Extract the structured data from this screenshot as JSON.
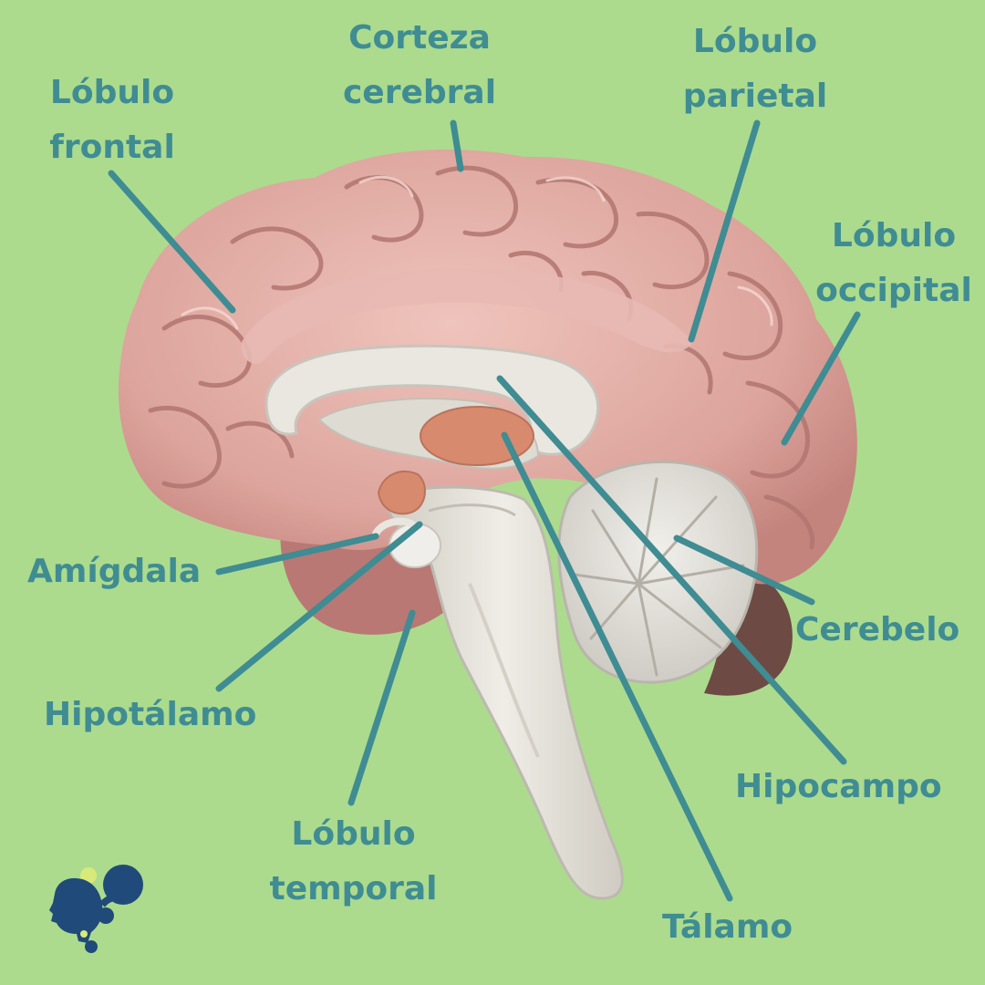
{
  "labels": {
    "frontal": [
      "Lóbulo",
      "frontal"
    ],
    "corteza": [
      "Corteza",
      "cerebral"
    ],
    "parietal": [
      "Lóbulo",
      "parietal"
    ],
    "occipital": [
      "Lóbulo",
      "occipital"
    ],
    "amigdala": "Amígdala",
    "hipotalamo": "Hipotálamo",
    "temporal": [
      "Lóbulo",
      "temporal"
    ],
    "talamo": "Tálamo",
    "hipocampo": "Hipocampo",
    "cerebelo": "Cerebelo"
  },
  "colors": {
    "background": "#acdb8e",
    "label_text": "#3f8c93",
    "leader_line": "#3f8c93",
    "cortex": "#dca49c",
    "cortex_dark": "#c98a84",
    "white_matter": "#e6e4dc",
    "nuclei": "#d88a6e",
    "logo": "#1f4a7a",
    "logo_accent": "#d8ea7a"
  },
  "icons": {
    "brain": "brain-illustration-icon",
    "logo": "head-logo-icon"
  }
}
